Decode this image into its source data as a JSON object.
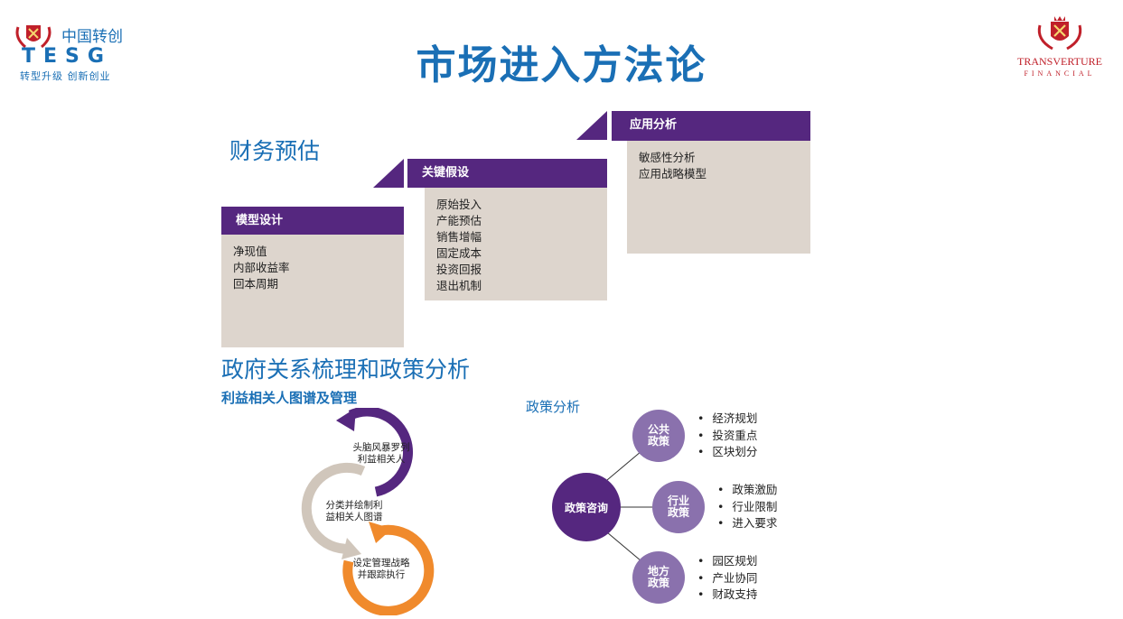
{
  "title": "市场进入方法论",
  "logo_left": {
    "cn": "中国转创",
    "en": "TESG",
    "sub": "转型升级 创新创业"
  },
  "logo_right": {
    "name": "TRANSVERTURE",
    "sub": "FINANCIAL"
  },
  "finance": {
    "heading": "财务预估",
    "model": {
      "header": "模型设计",
      "items": [
        "净现值",
        "内部收益率",
        "回本周期"
      ]
    },
    "assumptions": {
      "header": "关键假设",
      "items": [
        "原始投入",
        "产能预估",
        "销售增幅",
        "固定成本",
        "投资回报",
        "退出机制"
      ]
    },
    "application": {
      "header": "应用分析",
      "items": [
        "敏感性分析",
        "应用战略模型"
      ]
    }
  },
  "gov": {
    "heading": "政府关系梳理和政策分析",
    "stakeholder": {
      "heading": "利益相关人图谱及管理",
      "steps": [
        {
          "line1": "头脑风暴罗列",
          "line2": "利益相关人"
        },
        {
          "line1": "分类并绘制利",
          "line2": "益相关人图谱"
        },
        {
          "line1": "设定管理战略",
          "line2": "并跟踪执行"
        }
      ]
    },
    "policy": {
      "heading": "政策分析",
      "center": "政策咨询",
      "nodes": [
        {
          "line1": "公共",
          "line2": "政策",
          "items": [
            "经济规划",
            "投资重点",
            "区块划分"
          ]
        },
        {
          "line1": "行业",
          "line2": "政策",
          "items": [
            "政策激励",
            "行业限制",
            "进入要求"
          ]
        },
        {
          "line1": "地方",
          "line2": "政策",
          "items": [
            "园区规划",
            "产业协同",
            "财政支持"
          ]
        }
      ]
    }
  },
  "colors": {
    "brand_blue": "#1a6fb5",
    "purple": "#55277f",
    "box_bg": "#ddd5cd",
    "node_purple": "#8a71ad",
    "orange": "#f08a2c",
    "gray_ring": "#d0c6bb",
    "logo_red": "#c0202a"
  }
}
